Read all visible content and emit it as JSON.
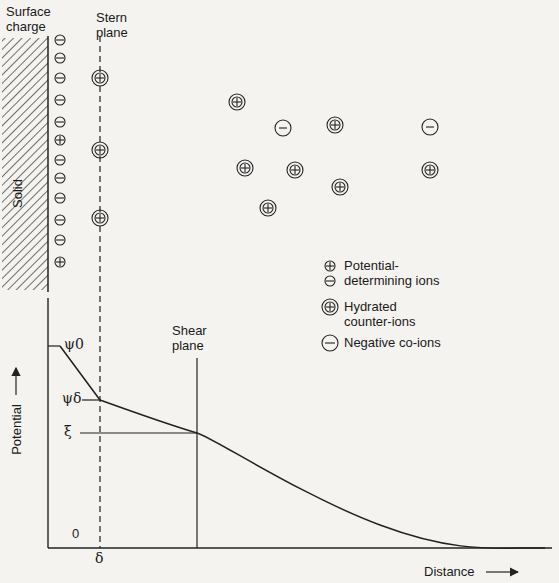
{
  "diagram": {
    "labels": [
      "Surface charge",
      "Stern plane",
      "Solid",
      "Shear plane",
      "ψ0",
      "ψδ",
      "ξ",
      "0",
      "δ",
      "Potential",
      "Distance"
    ],
    "legend": [
      {
        "text": "Potential-determining ions"
      },
      {
        "text": "Hydrated counter-ions"
      },
      {
        "text": "Negative co-ions"
      }
    ]
  }
}
